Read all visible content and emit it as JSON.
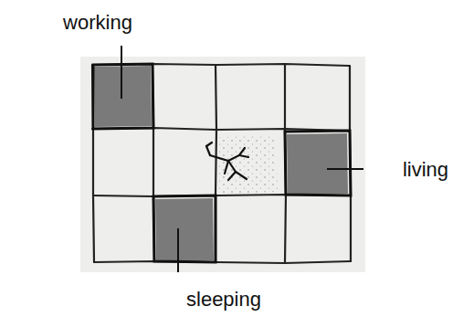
{
  "diagram": {
    "labels": [
      "working",
      "living",
      "sleeping"
    ]
  }
}
